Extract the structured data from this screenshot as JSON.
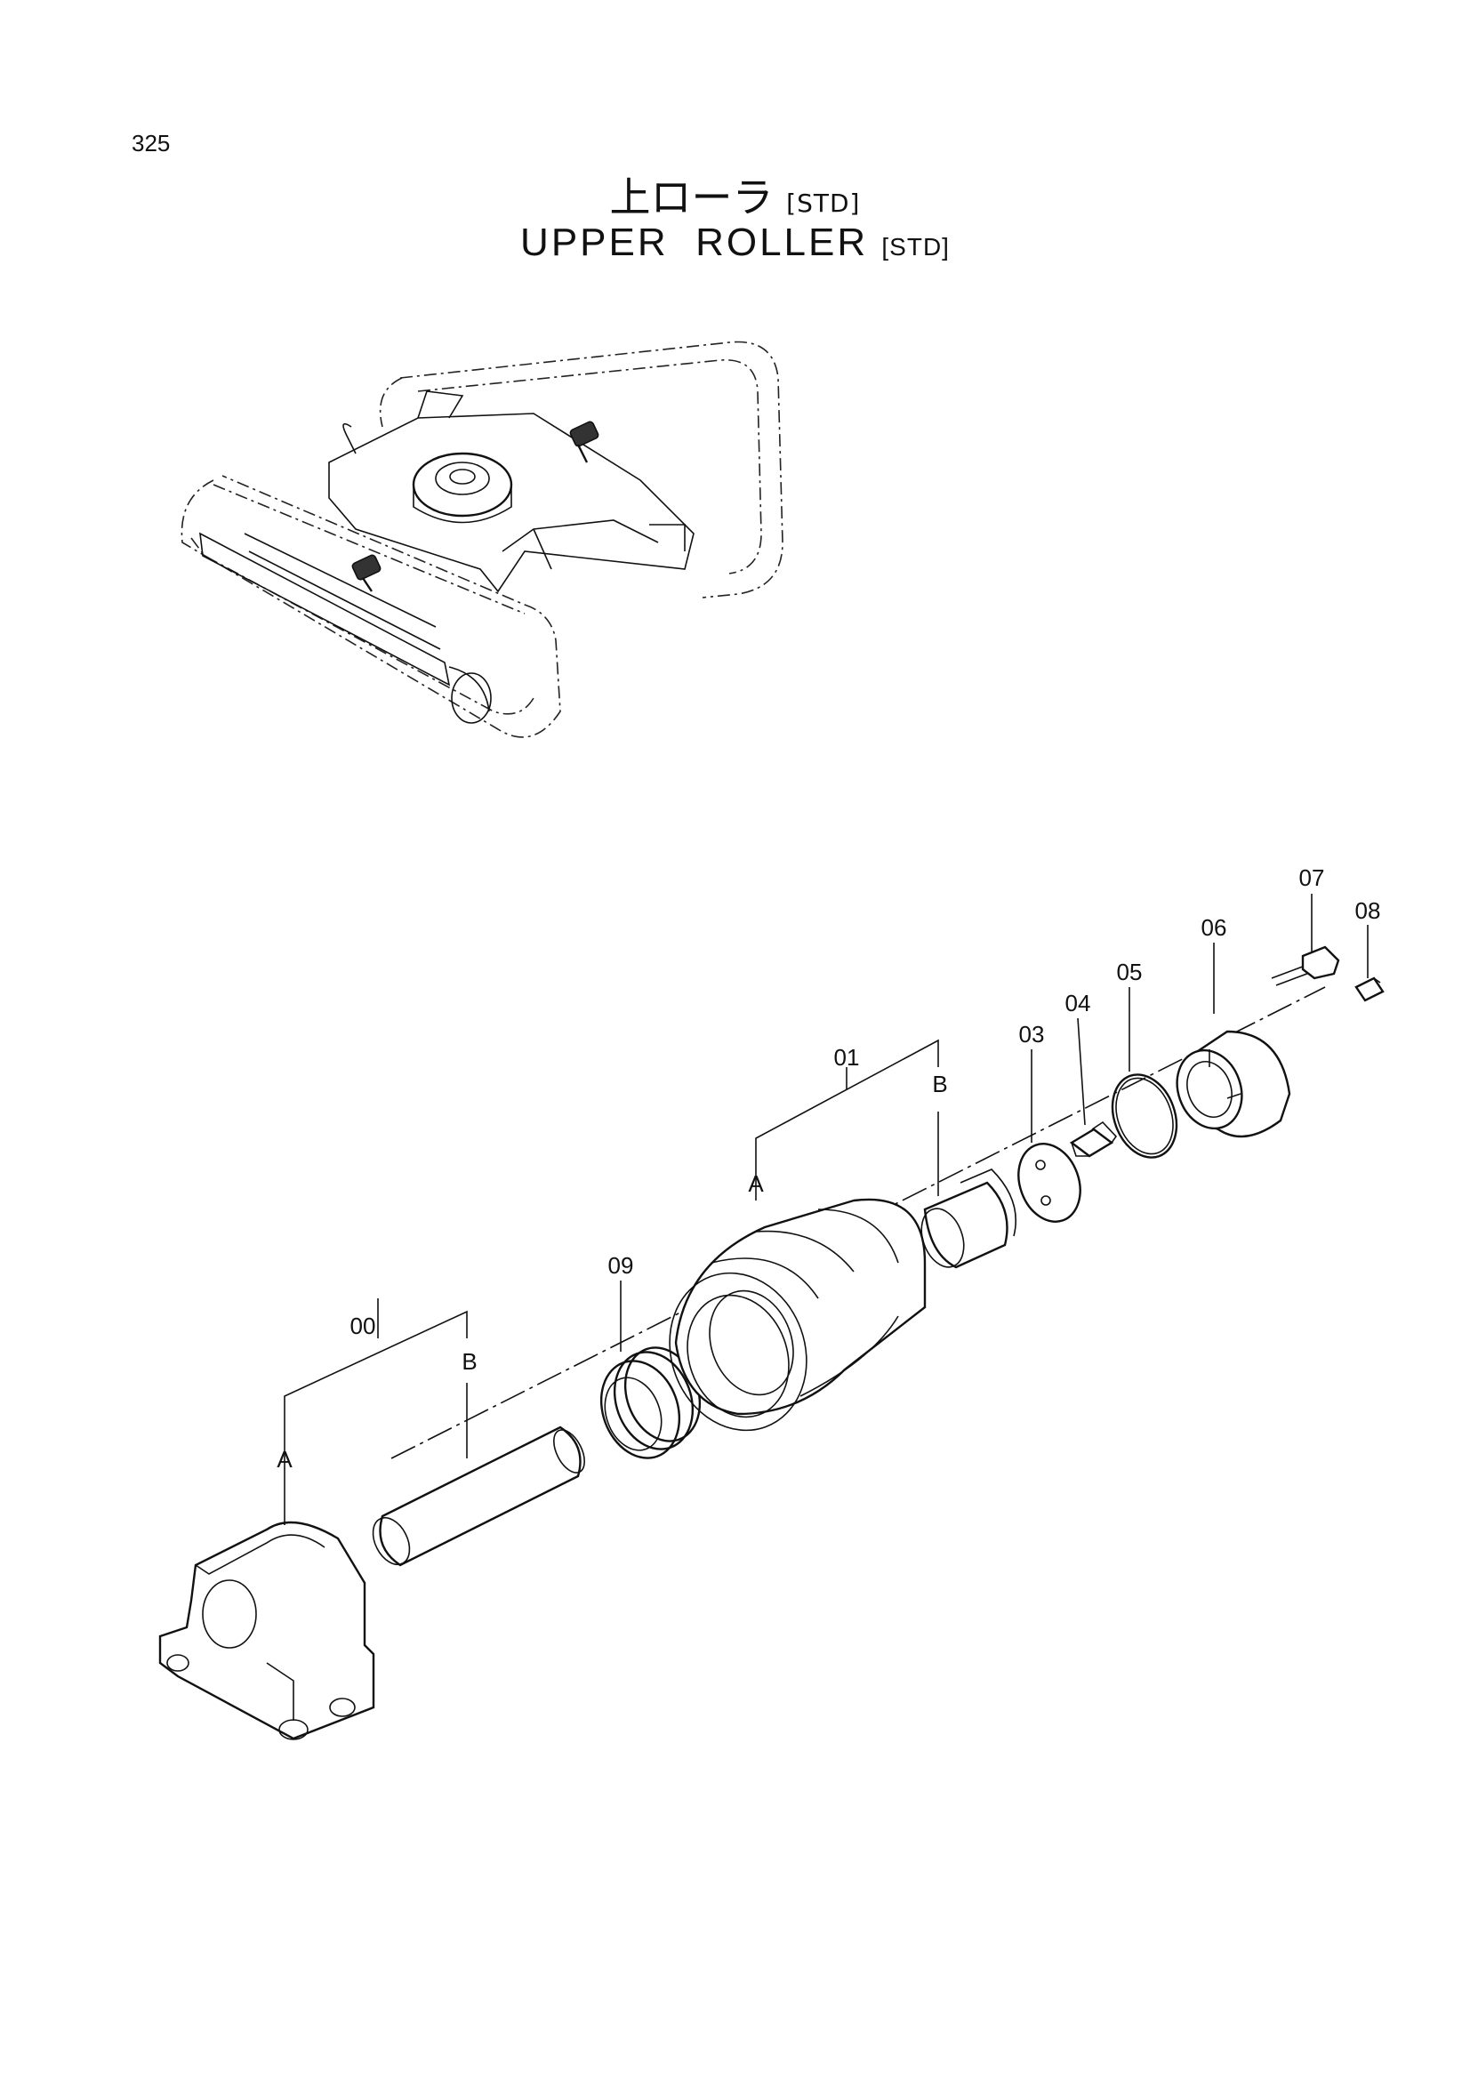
{
  "page_number": "325",
  "title": {
    "jp": "上ローラ",
    "en": "UPPER  ROLLER",
    "tag": "[STD]"
  },
  "parts": {
    "p00": "00",
    "p00_a": "A",
    "p00_b": "B",
    "p01": "01",
    "p01_a": "A",
    "p01_b": "B",
    "p03": "03",
    "p04": "04",
    "p05": "05",
    "p06": "06",
    "p07": "07",
    "p08": "08",
    "p09": "09"
  }
}
